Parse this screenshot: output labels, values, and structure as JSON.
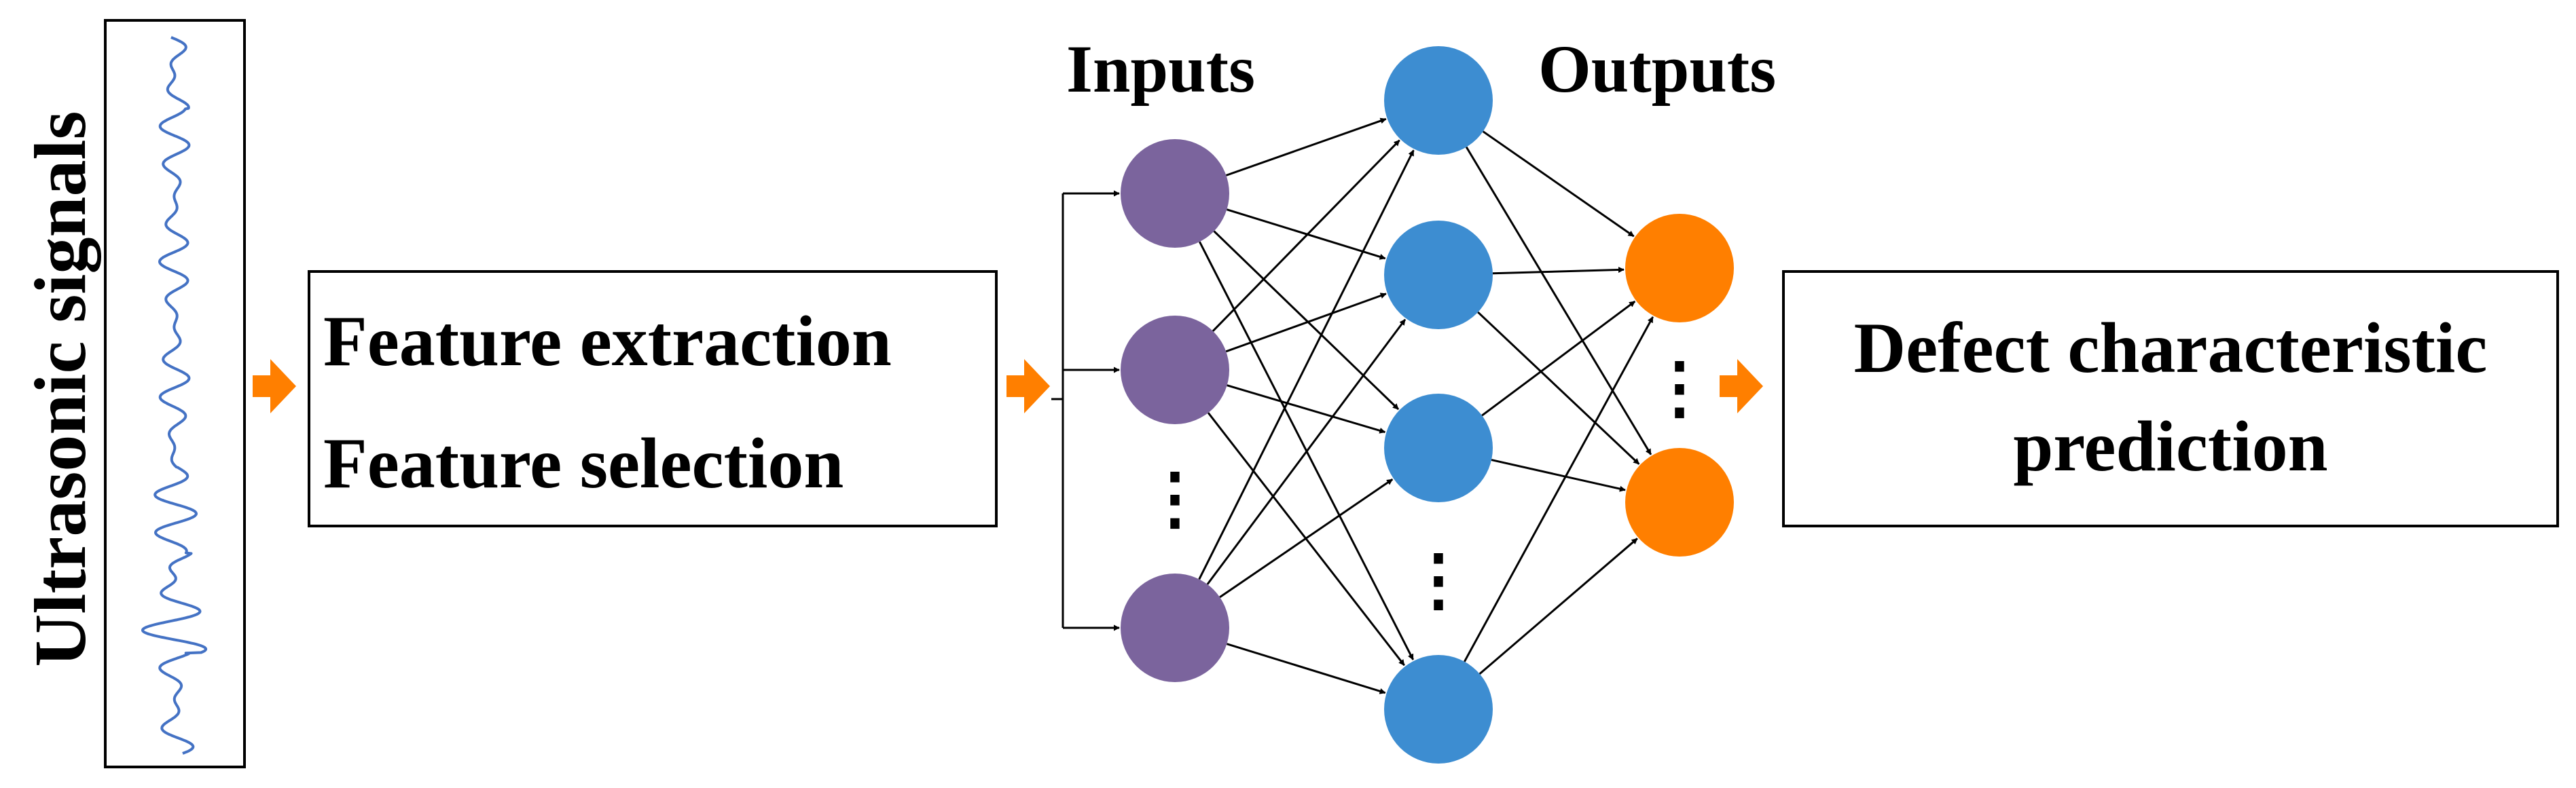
{
  "signal_panel": {
    "label": "Ultrasonic signals",
    "line_color": "#4472C4"
  },
  "feature_box": {
    "line1": "Feature extraction",
    "line2": "Feature selection"
  },
  "network": {
    "inputs_label": "Inputs",
    "outputs_label": "Outputs",
    "input_color": "#7B649D",
    "hidden_color": "#3D8DD1",
    "output_color": "#FF7F00",
    "ellipsis": "⋮"
  },
  "prediction_box": {
    "line1": "Defect characteristic",
    "line2": "prediction"
  },
  "arrow_color": "#FF7F00",
  "icons": {
    "flow_arrow": "orange-arrow-icon",
    "connection_arrow": "arrowhead-icon"
  }
}
